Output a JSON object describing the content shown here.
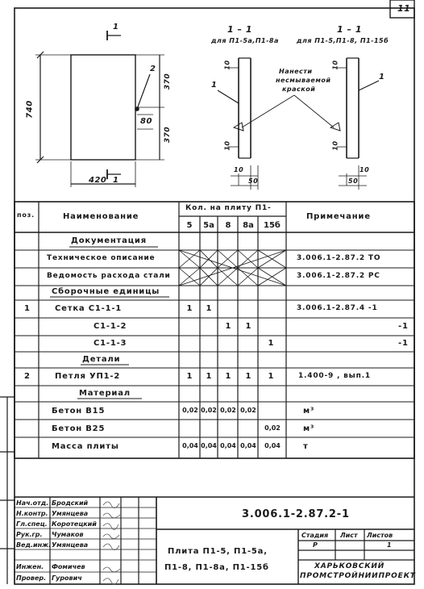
{
  "sheet_number": "11",
  "drawing": {
    "section_mark": "1",
    "dim_height": "740",
    "dim_width": "420",
    "dim_370_top": "370",
    "dim_370_bottom": "370",
    "dim_80": "80",
    "callout_2": "2",
    "callout_1": "1",
    "section_a_title": "1 – 1",
    "section_a_sub": "для П1-5а,П1-8а",
    "section_b_title": "1 – 1",
    "section_b_sub": "для П1-5,П1-8, П1-15б",
    "note": [
      "Нанести",
      "несмываемой",
      "краской"
    ],
    "dim_10": "10",
    "dim_50": "50",
    "callout_1b": "1"
  },
  "table": {
    "col_pos": "поз.",
    "col_name": "Наименование",
    "col_qty": "Кол. на плиту П1-",
    "col_note": "Примечание",
    "variants": [
      "5",
      "5а",
      "8",
      "8а",
      "15б"
    ],
    "rows": [
      {
        "pos": "",
        "name": "Документация",
        "heading": true,
        "q": [
          "",
          "",
          "",
          "",
          ""
        ],
        "note": ""
      },
      {
        "pos": "",
        "name": "Техническое описание",
        "heading": false,
        "q": [
          "",
          "",
          "",
          "",
          ""
        ],
        "note": "3.006.1-2.87.2 ТО",
        "cross": true
      },
      {
        "pos": "",
        "name": "Ведомость расхода стали",
        "heading": false,
        "q": [
          "",
          "",
          "",
          "",
          ""
        ],
        "note": "3.006.1-2.87.2 РС",
        "cross": true
      },
      {
        "pos": "",
        "name": "Сборочные единицы",
        "heading": true,
        "q": [
          "",
          "",
          "",
          "",
          ""
        ],
        "note": ""
      },
      {
        "pos": "1",
        "name": "Сетка С1-1-1",
        "heading": false,
        "q": [
          "1",
          "1",
          "",
          "",
          ""
        ],
        "note": "3.006.1-2.87.4 -1"
      },
      {
        "pos": "",
        "name": "С1-1-2",
        "heading": false,
        "indent": true,
        "q": [
          "",
          "",
          "1",
          "1",
          ""
        ],
        "note": "-1"
      },
      {
        "pos": "",
        "name": "С1-1-3",
        "heading": false,
        "indent": true,
        "q": [
          "",
          "",
          "",
          "",
          "1"
        ],
        "note": "-1"
      },
      {
        "pos": "",
        "name": "Детали",
        "heading": true,
        "q": [
          "",
          "",
          "",
          "",
          ""
        ],
        "note": ""
      },
      {
        "pos": "2",
        "name": "Петля УП1-2",
        "heading": false,
        "q": [
          "1",
          "1",
          "1",
          "1",
          "1"
        ],
        "note": "1.400-9 , вып.1"
      },
      {
        "pos": "",
        "name": "Материал",
        "heading": true,
        "q": [
          "",
          "",
          "",
          "",
          ""
        ],
        "note": ""
      },
      {
        "pos": "",
        "name": "Бетон В15",
        "heading": false,
        "q": [
          "0,02",
          "0,02",
          "0,02",
          "0,02",
          ""
        ],
        "note": "м³"
      },
      {
        "pos": "",
        "name": "Бетон В25",
        "heading": false,
        "q": [
          "",
          "",
          "",
          "",
          "0,02"
        ],
        "note": "м³"
      },
      {
        "pos": "",
        "name": "Масса плиты",
        "heading": false,
        "q": [
          "0,04",
          "0,04",
          "0,04",
          "0,04",
          "0,04"
        ],
        "note": "т"
      }
    ]
  },
  "title_block": {
    "doc_code": "3.006.1-2.87.2-1",
    "title": [
      "Плита П1-5, П1-5а,",
      "П1-8, П1-8а, П1-15б"
    ],
    "stage_label": "Стадия",
    "sheet_label": "Лист",
    "sheets_label": "Листов",
    "stage_value": "Р",
    "sheets_value": "1",
    "org": [
      "ХАРЬКОВСКИЙ",
      "ПРОМСТРОЙНИИПРОЕКТ"
    ],
    "roles": [
      {
        "role": "Нач.отд.",
        "name": "Бродский"
      },
      {
        "role": "Н.контр.",
        "name": "Умянцева"
      },
      {
        "role": "Гл.спец.",
        "name": "Коротецкий"
      },
      {
        "role": "Рук.гр.",
        "name": "Чумаков"
      },
      {
        "role": "Вед.инж.",
        "name": "Умянцева"
      },
      {
        "role": "",
        "name": ""
      },
      {
        "role": "Инжен.",
        "name": "Фомичев"
      },
      {
        "role": "Провер.",
        "name": "Гурович"
      }
    ]
  }
}
